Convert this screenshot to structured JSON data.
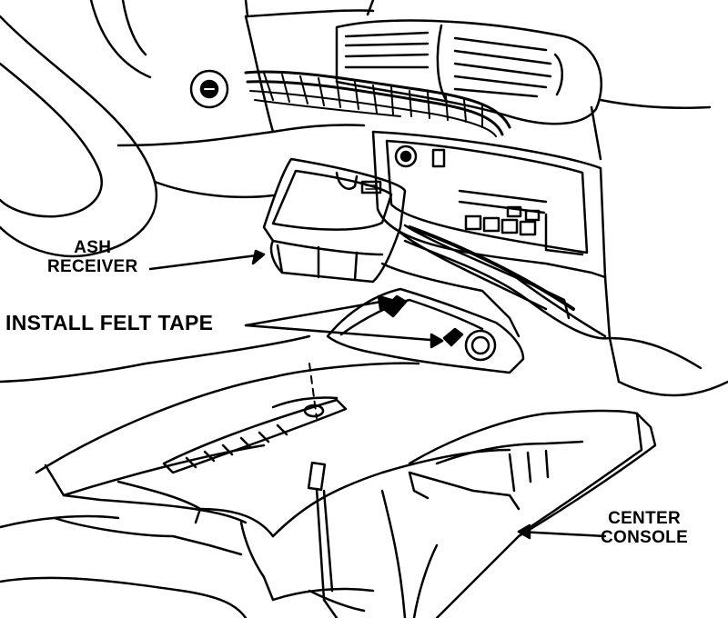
{
  "labels": {
    "ash_receiver": [
      "ASH",
      "RECEIVER"
    ],
    "felt_tape": "INSTALL FELT TAPE",
    "center_console": [
      "CENTER",
      "CONSOLE"
    ]
  },
  "colors": {
    "ink": "#000000",
    "paper": "#ffffff"
  }
}
